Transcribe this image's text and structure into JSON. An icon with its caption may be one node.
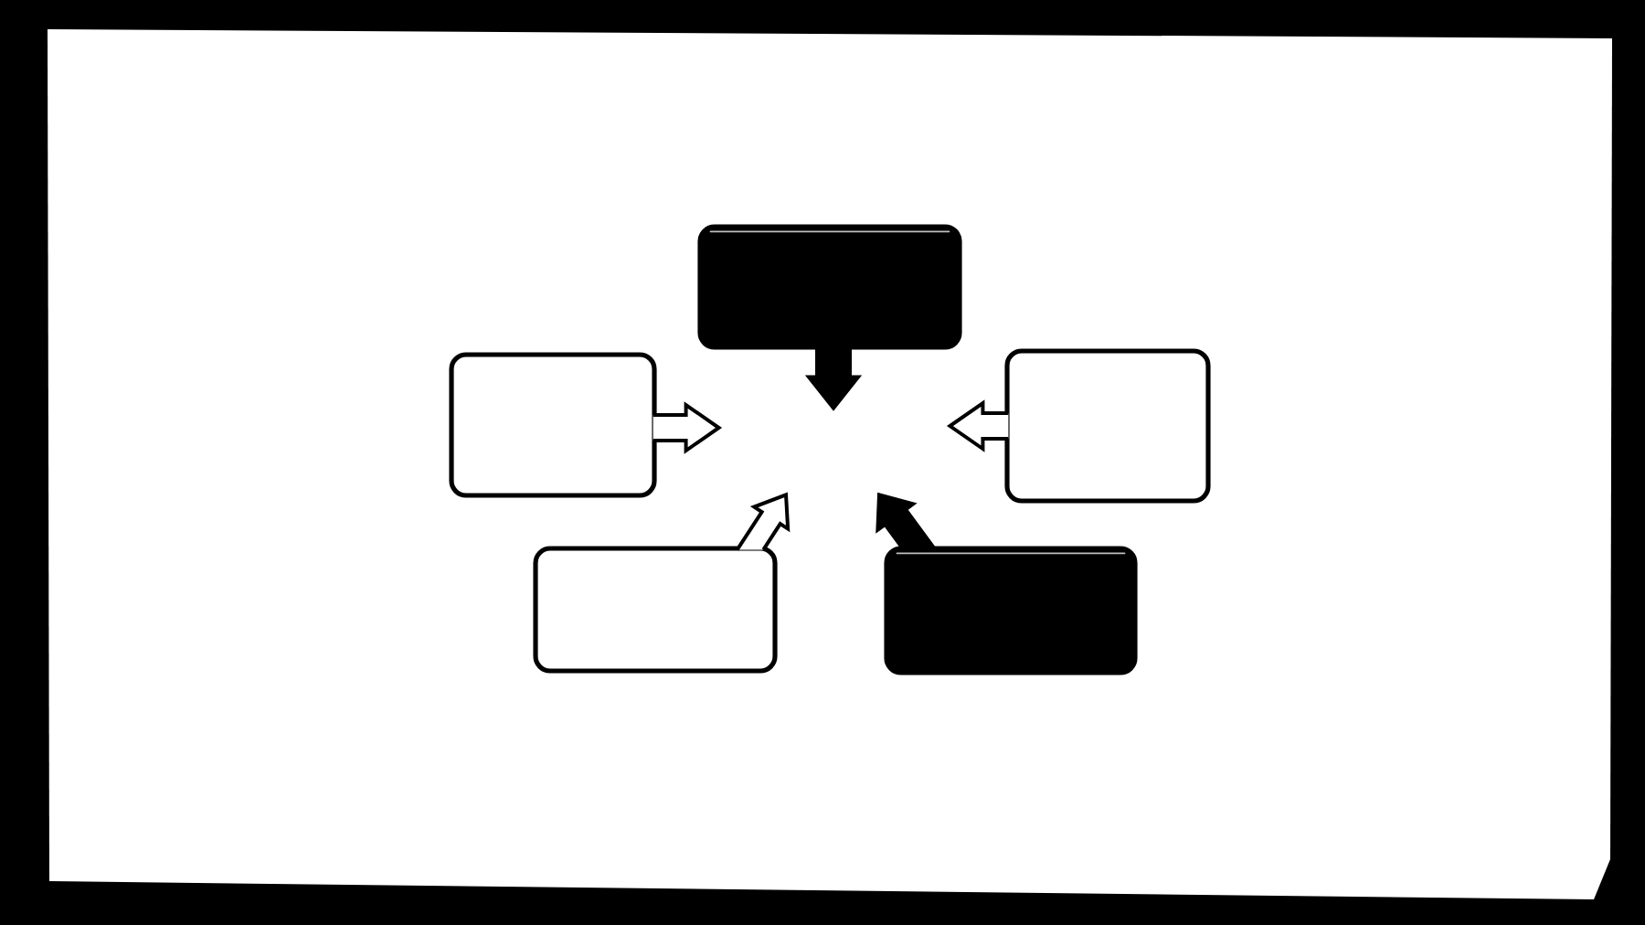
{
  "diagram": {
    "nodes": [
      {
        "text": [],
        "shape": "box"
      },
      {
        "text": [],
        "shape": "box"
      },
      {
        "text": [],
        "shape": "box"
      },
      {
        "text": [],
        "shape": "box"
      },
      {
        "text": [],
        "shape": "box"
      }
    ],
    "edges": [
      {
        "from": 0,
        "to": null,
        "arrow": "to",
        "color": "#000000"
      },
      {
        "from": 1,
        "to": null,
        "arrow": "to"
      },
      {
        "from": 2,
        "to": null,
        "arrow": "to"
      },
      {
        "from": 3,
        "to": null,
        "arrow": "to"
      },
      {
        "from": 4,
        "to": null,
        "arrow": "to",
        "color": "#000000"
      }
    ]
  }
}
